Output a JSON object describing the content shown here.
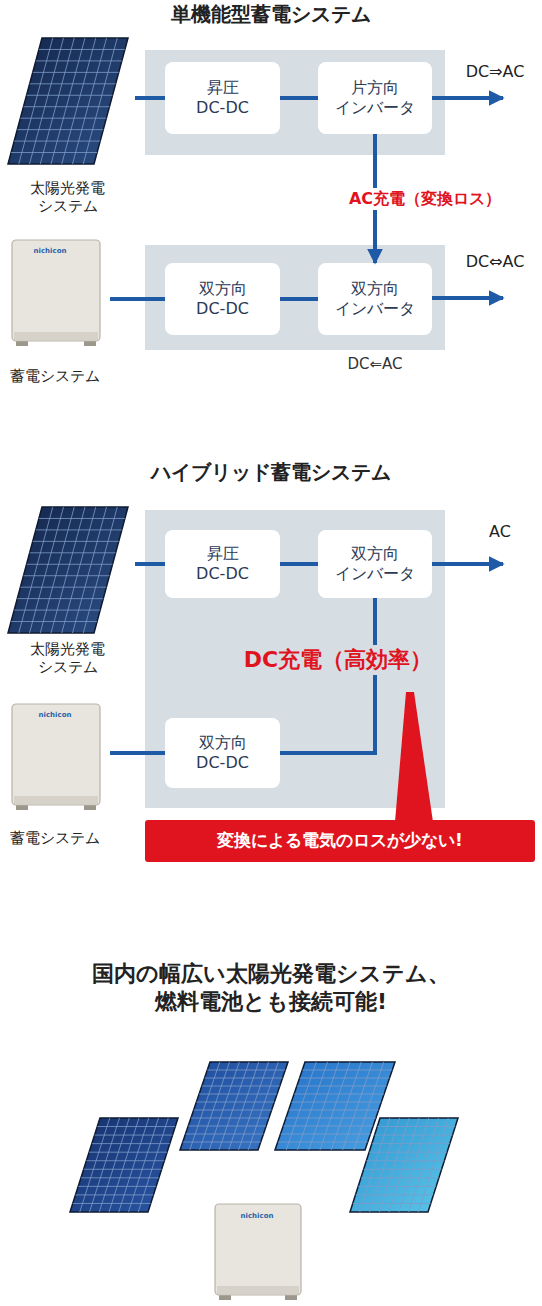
{
  "diagram": {
    "nodes": [
      {
        "text": [
          "太陽光発電 システム"
        ]
      },
      {
        "text": []
      },
      {
        "text": [
          "昇圧 DC-DC"
        ],
        "in": 1
      },
      {
        "text": [
          "片方向 インバータ"
        ],
        "in": 1
      },
      {
        "text": [
          "蓄電システム"
        ]
      },
      {
        "text": [
          "DC⇐AC"
        ]
      },
      {
        "text": [
          "双方向 DC-DC"
        ],
        "in": 5
      },
      {
        "text": [
          "双方向 インバータ"
        ],
        "in": 5
      },
      {
        "text": [
          "太陽光発電 システム"
        ]
      },
      {
        "text": []
      },
      {
        "text": [
          "昇圧 DC-DC"
        ],
        "in": 9
      },
      {
        "text": [
          "双方向 インバータ"
        ],
        "in": 9
      },
      {
        "text": [
          "蓄電システム"
        ]
      },
      {
        "text": [
          "双方向 DC-DC"
        ],
        "in": 9
      },
      {
        "text": [
          "変換による電気のロスが少ない!"
        ]
      }
    ],
    "edges": [
      {
        "from": 0,
        "to": 2,
        "arrow": "none"
      },
      {
        "from": 2,
        "to": 3,
        "arrow": "none"
      },
      {
        "from": 3,
        "to": 7,
        "label": "AC充電（変換ロス）",
        "arrow": "to"
      },
      {
        "from": 4,
        "to": 6,
        "arrow": "none"
      },
      {
        "from": 6,
        "to": 7,
        "arrow": "none"
      },
      {
        "from": 8,
        "to": 10,
        "arrow": "none"
      },
      {
        "from": 10,
        "to": 11,
        "arrow": "none"
      },
      {
        "from": 13,
        "to": 11,
        "label": "DC充電（高効率）",
        "arrow": "none"
      },
      {
        "from": 12,
        "to": 13,
        "arrow": "none"
      }
    ],
    "labels": [
      "単機能型蓄電システム",
      "DC⇒AC",
      "DC⇔AC",
      "ハイブリッド蓄電システム",
      "AC",
      "国内の幅広い太陽光発電システム、 燃料電池とも接続可能!",
      "nichicon",
      "nichicon",
      "nichicon"
    ]
  }
}
